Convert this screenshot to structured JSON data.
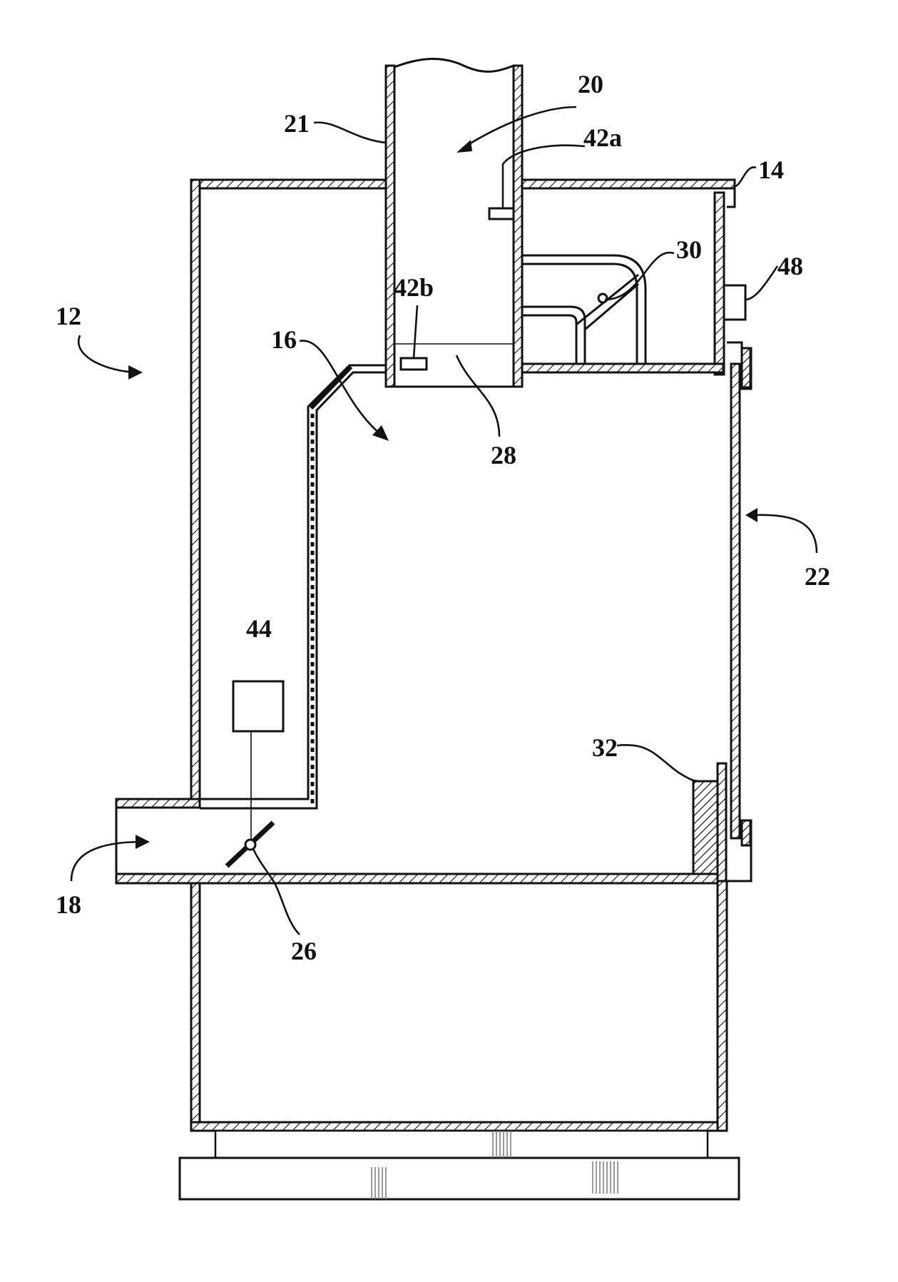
{
  "figure": {
    "colors": {
      "ink": "#111111",
      "paper": "#ffffff"
    },
    "reference_numerals": {
      "ref_12": "12",
      "ref_14": "14",
      "ref_16": "16",
      "ref_18": "18",
      "ref_20": "20",
      "ref_21": "21",
      "ref_22": "22",
      "ref_26": "26",
      "ref_28": "28",
      "ref_30": "30",
      "ref_32": "32",
      "ref_42a": "42a",
      "ref_42b": "42b",
      "ref_44": "44",
      "ref_48": "48"
    }
  }
}
